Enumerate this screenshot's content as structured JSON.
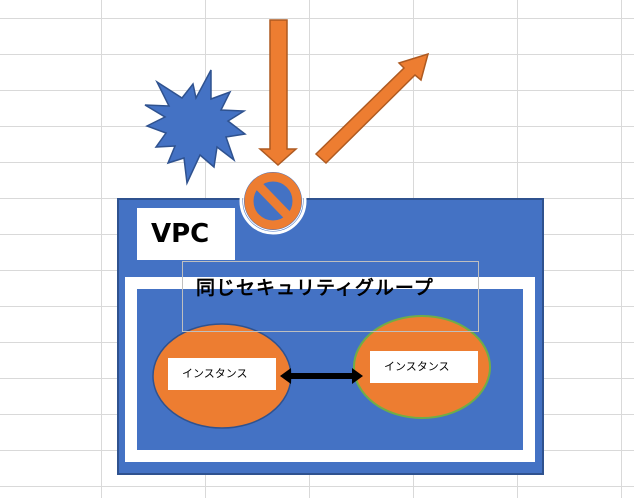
{
  "diagram": {
    "vpc_label": "VPC",
    "security_group_label": "同じセキュリティグループ",
    "instance_left_label": "インスタンス",
    "instance_right_label": "インスタンス"
  },
  "colors": {
    "vpc_blue": "#4472c4",
    "arrow_orange": "#ed7d31",
    "instance_orange": "#ed7d31",
    "burst_blue": "#4472c4"
  },
  "icons": {
    "prohibited": "no-entry-icon",
    "attack": "burst-icon"
  }
}
